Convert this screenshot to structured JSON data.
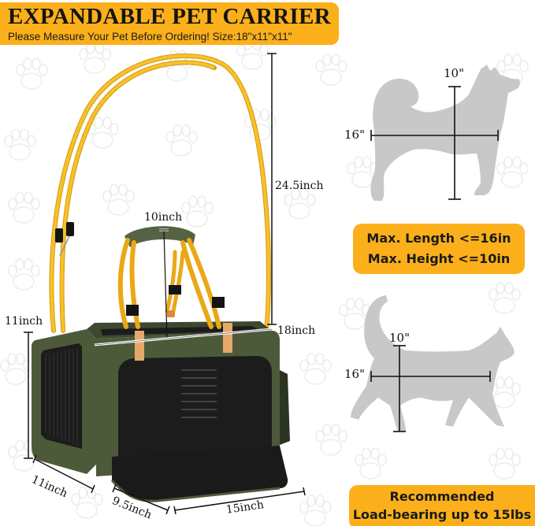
{
  "header": {
    "title": "EXPANDABLE PET CARRIER",
    "subtitle": "Please Measure Your Pet Before Ordering! Size:18\"x11\"x11\""
  },
  "product": {
    "name": "pet-carrier",
    "colors": {
      "banner": "#fbb01b",
      "body": "#4d5a3a",
      "mesh": "#1c1c1c",
      "strap": "#f2b31c",
      "accent": "#e08a3a"
    },
    "dimensions": {
      "strap_height": "24.5inch",
      "handle_height": "10inch",
      "length": "18inch",
      "height": "11inch",
      "depth": "11inch",
      "expanded_depth": "9.5inch",
      "base_length": "15inch"
    }
  },
  "dog_diagram": {
    "height_label": "10\"",
    "length_label": "16\""
  },
  "cat_diagram": {
    "height_label": "10\"",
    "length_label": "16\""
  },
  "max_size_box": {
    "line1": "Max. Length <=16in",
    "line2": "Max. Height <=10in"
  },
  "load_box": {
    "line1": "Recommended",
    "line2": "Load-bearing up to 15lbs"
  }
}
